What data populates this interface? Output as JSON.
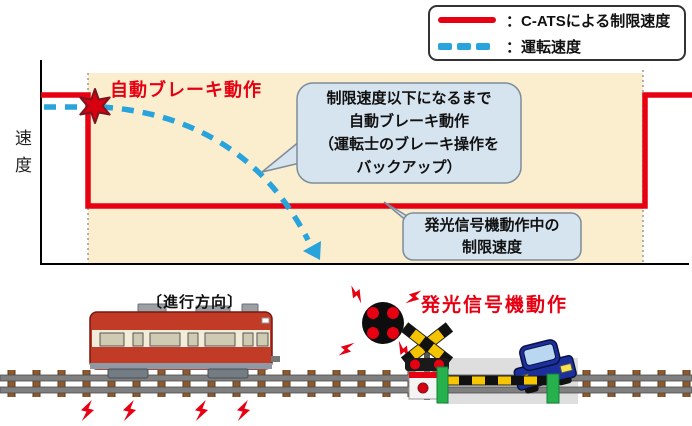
{
  "legend": {
    "items": [
      {
        "swatch": "red-solid-line",
        "label": "：C-ATSによる制限速度"
      },
      {
        "swatch": "blue-dashed-line",
        "label": "：運転速度"
      }
    ]
  },
  "graph": {
    "y_axis_label": "速度",
    "auto_brake_label": "自動ブレーキ動作",
    "brake_bubble_lines": [
      "制限速度以下になるまで",
      "自動ブレーキ動作",
      "（運転士のブレーキ操作を",
      "バックアップ）"
    ],
    "limit_bubble_lines": [
      "発光信号機動作中の",
      "制限速度"
    ]
  },
  "scene": {
    "direction_label": "〔進行方向〕",
    "flash_signal_label": "発光信号機動作"
  },
  "colors": {
    "limit_line_red": "#e60012",
    "speed_line_blue": "#29a3dc",
    "flash_zone_beige": "#fbeecf",
    "bubble_fill": "#d6e4f0",
    "train_red": "#c23b27",
    "crossing_yellow": "#f5c400",
    "arrow_green": "#5cbb63",
    "car_navy": "#1b2f9e"
  }
}
